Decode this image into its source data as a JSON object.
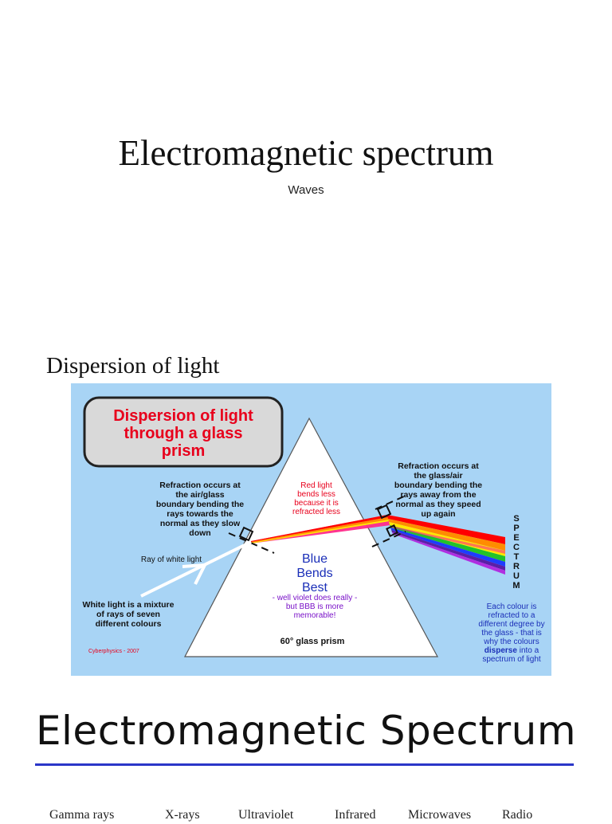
{
  "slide1": {
    "title": "Electromagnetic spectrum",
    "subtitle": "Waves"
  },
  "slide2": {
    "title": "Dispersion of light",
    "figure": {
      "banner_lines": [
        "Dispersion of light",
        "through a glass",
        "prism"
      ],
      "left_refraction": [
        "Refraction occurs at",
        "the air/glass",
        "boundary bending the",
        "rays towards the",
        "normal as they slow",
        "down"
      ],
      "ray_label": "Ray of white light",
      "white_mixture": [
        "White light is a mixture",
        "of rays of seven",
        "different colours"
      ],
      "red_note": [
        "Red  light",
        "bends less",
        "because it is",
        "refracted less"
      ],
      "blue_best": [
        "Blue",
        "Bends",
        "Best"
      ],
      "violet_note": [
        "- well violet does really -",
        "but BBB is more",
        "memorable!"
      ],
      "prism_label": "60° glass prism",
      "right_refraction": [
        "Refraction occurs at",
        "the glass/air",
        "boundary bending the",
        "rays away from the",
        "normal as they speed",
        "up again"
      ],
      "spectrum_word": [
        "S",
        "P",
        "E",
        "C",
        "T",
        "R",
        "U",
        "M"
      ],
      "each_colour": [
        "Each colour is",
        "refracted to a",
        "different degree by",
        "the glass - that is",
        "why the colours"
      ],
      "disperse_pre": "",
      "disperse_word": "disperse",
      "disperse_post": " into a",
      "spectrum_of_light": "spectrum of light",
      "credit": "Cyberphysics - 2007",
      "colors": {
        "background": "#a8d4f5",
        "prism": "#ffffff",
        "banner_text": "#e8001c",
        "blue_text": "#1b2fb8",
        "red_text": "#e8001c"
      }
    }
  },
  "slide3": {
    "title": "Electromagnetic Spectrum",
    "bands": [
      "Gamma rays",
      "X-rays",
      "Ultraviolet",
      "Infrared",
      "Microwaves",
      "Radio"
    ]
  }
}
